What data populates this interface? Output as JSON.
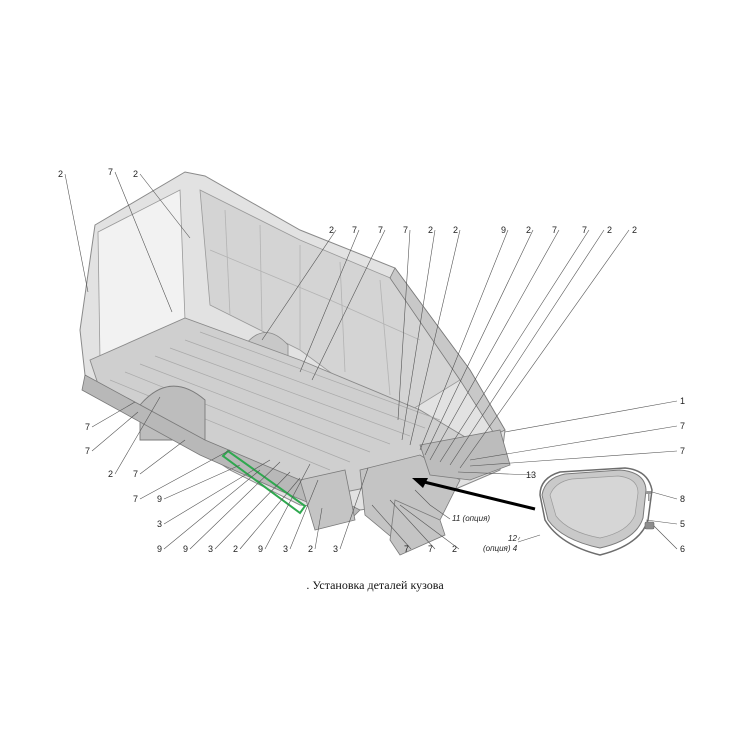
{
  "caption": ". Установка деталей кузова",
  "colors": {
    "body_fill": "#d9d9d9",
    "body_edge": "#8a8a8a",
    "floor_fill": "#cfcfcf",
    "highlight": "#2fa84f",
    "leader": "#555555",
    "arrow": "#000000"
  },
  "callouts": [
    {
      "id": "c-2-left-top",
      "label": "2"
    },
    {
      "id": "c-7-top",
      "label": "7"
    },
    {
      "id": "c-2-top",
      "label": "2"
    },
    {
      "id": "c-2-mid1",
      "label": "2"
    },
    {
      "id": "c-7-mid1",
      "label": "7"
    },
    {
      "id": "c-7-mid2",
      "label": "7"
    },
    {
      "id": "c-7-mid3",
      "label": "7"
    },
    {
      "id": "c-2-mid2",
      "label": "2"
    },
    {
      "id": "c-2-mid3",
      "label": "2"
    },
    {
      "id": "c-9-top",
      "label": "9"
    },
    {
      "id": "c-2-r1",
      "label": "2"
    },
    {
      "id": "c-7-r1",
      "label": "7"
    },
    {
      "id": "c-7-r2",
      "label": "7"
    },
    {
      "id": "c-2-r2",
      "label": "2"
    },
    {
      "id": "c-2-r3",
      "label": "2"
    },
    {
      "id": "c-1-right",
      "label": "1"
    },
    {
      "id": "c-7-right1",
      "label": "7"
    },
    {
      "id": "c-7-right2",
      "label": "7"
    },
    {
      "id": "c-13",
      "label": "13"
    },
    {
      "id": "c-7-left1",
      "label": "7"
    },
    {
      "id": "c-7-left2",
      "label": "7"
    },
    {
      "id": "c-2-left-low",
      "label": "2"
    },
    {
      "id": "c-7-left3",
      "label": "7"
    },
    {
      "id": "c-7-left4",
      "label": "7"
    },
    {
      "id": "c-9-left1",
      "label": "9"
    },
    {
      "id": "c-3-left1",
      "label": "3"
    },
    {
      "id": "c-9-bot1",
      "label": "9"
    },
    {
      "id": "c-9-bot2",
      "label": "9"
    },
    {
      "id": "c-3-bot1",
      "label": "3"
    },
    {
      "id": "c-2-bot1",
      "label": "2"
    },
    {
      "id": "c-9-bot3",
      "label": "9"
    },
    {
      "id": "c-3-bot2",
      "label": "3"
    },
    {
      "id": "c-2-bot2",
      "label": "2"
    },
    {
      "id": "c-3-bot3",
      "label": "3"
    },
    {
      "id": "c-7-bot1",
      "label": "7"
    },
    {
      "id": "c-7-bot2",
      "label": "7"
    },
    {
      "id": "c-2-bot3",
      "label": "2"
    },
    {
      "id": "c-8",
      "label": "8"
    },
    {
      "id": "c-5",
      "label": "5"
    },
    {
      "id": "c-6",
      "label": "6"
    }
  ],
  "italic_callouts": {
    "item11": "11 (опция)",
    "item12_num": "12",
    "item12_note": "(опция) 4"
  }
}
